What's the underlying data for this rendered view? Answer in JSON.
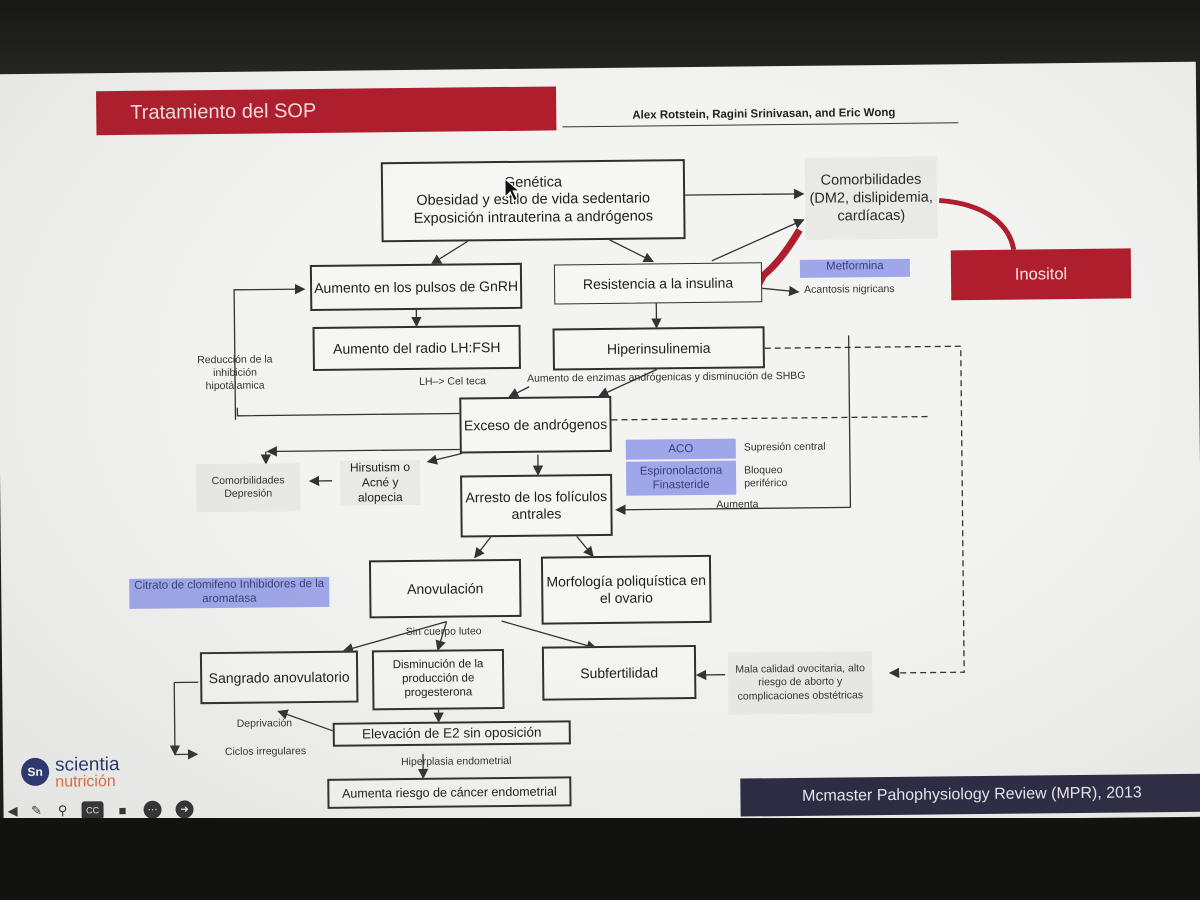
{
  "header": {
    "title": "Tratamiento del SOP",
    "authors": "Alex Rotstein, Ragini Srinivasan, and Eric Wong"
  },
  "diagram": {
    "top_box": {
      "line1": "Genética",
      "line2": "Obesidad y estilo de vida sedentario",
      "line3": "Exposición intrauterina a andrógenos"
    },
    "comorbidities_top": "Comorbilidades (DM2, dislipidemia, cardíacas)",
    "inositol": "Inositol",
    "gnrh": "Aumento en los pulsos de GnRH",
    "insulin_resistance": "Resistencia a la insulina",
    "metformina": "Metformina",
    "acantosis": "Acantosis nigricans",
    "lh_fsh": "Aumento del radio LH:FSH",
    "hiperinsulinemia": "Hiperinsulinemia",
    "hypothalamic": "Reducción de la inhibición hipotálamica",
    "lh_teca": "LH–> Cel teca",
    "enzymes": "Aumento de enzimas andrógenicas y disminución de SHBG",
    "androgen_excess": "Exceso de andrógenos",
    "comorb_depression": "Comorbilidades Depresión",
    "hirsutism": "Hirsutism o Acné y alopecia",
    "aco": "ACO",
    "espironolactona": "Espironolactona Finasteride",
    "central_suppression": "Supresión central",
    "peripheral_block": "Bloqueo periférico",
    "antral_arrest": "Arresto de los folículos antrales",
    "aumenta": "Aumenta",
    "clomifeno": "Citrato de clomifeno Inhibidores de la aromatasa",
    "anovulation": "Anovulación",
    "polycystic": "Morfología poliquística en el ovario",
    "no_luteum": "Sin cuerpo luteo",
    "anovulatory_bleeding": "Sangrado anovulatorio",
    "progesterone": "Disminución de la producción de progesterona",
    "subfertility": "Subfertilidad",
    "oocyte_quality": "Mala calidad ovocitaria, alto riesgo de aborto y complicaciones obstétricas",
    "deprivation": "Deprivación",
    "e2_elevation": "Elevación de E2 sin oposición",
    "irregular_cycles": "Ciclos irregulares",
    "hyperplasia": "Hiperplasia endometrial",
    "cancer_risk": "Aumenta riesgo de cáncer endometrial"
  },
  "footer": {
    "source": "Mcmaster Pahophysiology Review (MPR), 2013",
    "logo_name": "scientia",
    "logo_sub": "nutrición",
    "logo_mark": "Sn"
  },
  "toolbar": {
    "icons": [
      "back-icon",
      "pen-icon",
      "search-icon",
      "captions-icon",
      "camera-icon",
      "more-icon",
      "forward-icon"
    ]
  },
  "colors": {
    "accent_red": "#b01d2c",
    "highlight_blue": "#9fa7ea",
    "footer_navy": "#2c2a42"
  }
}
